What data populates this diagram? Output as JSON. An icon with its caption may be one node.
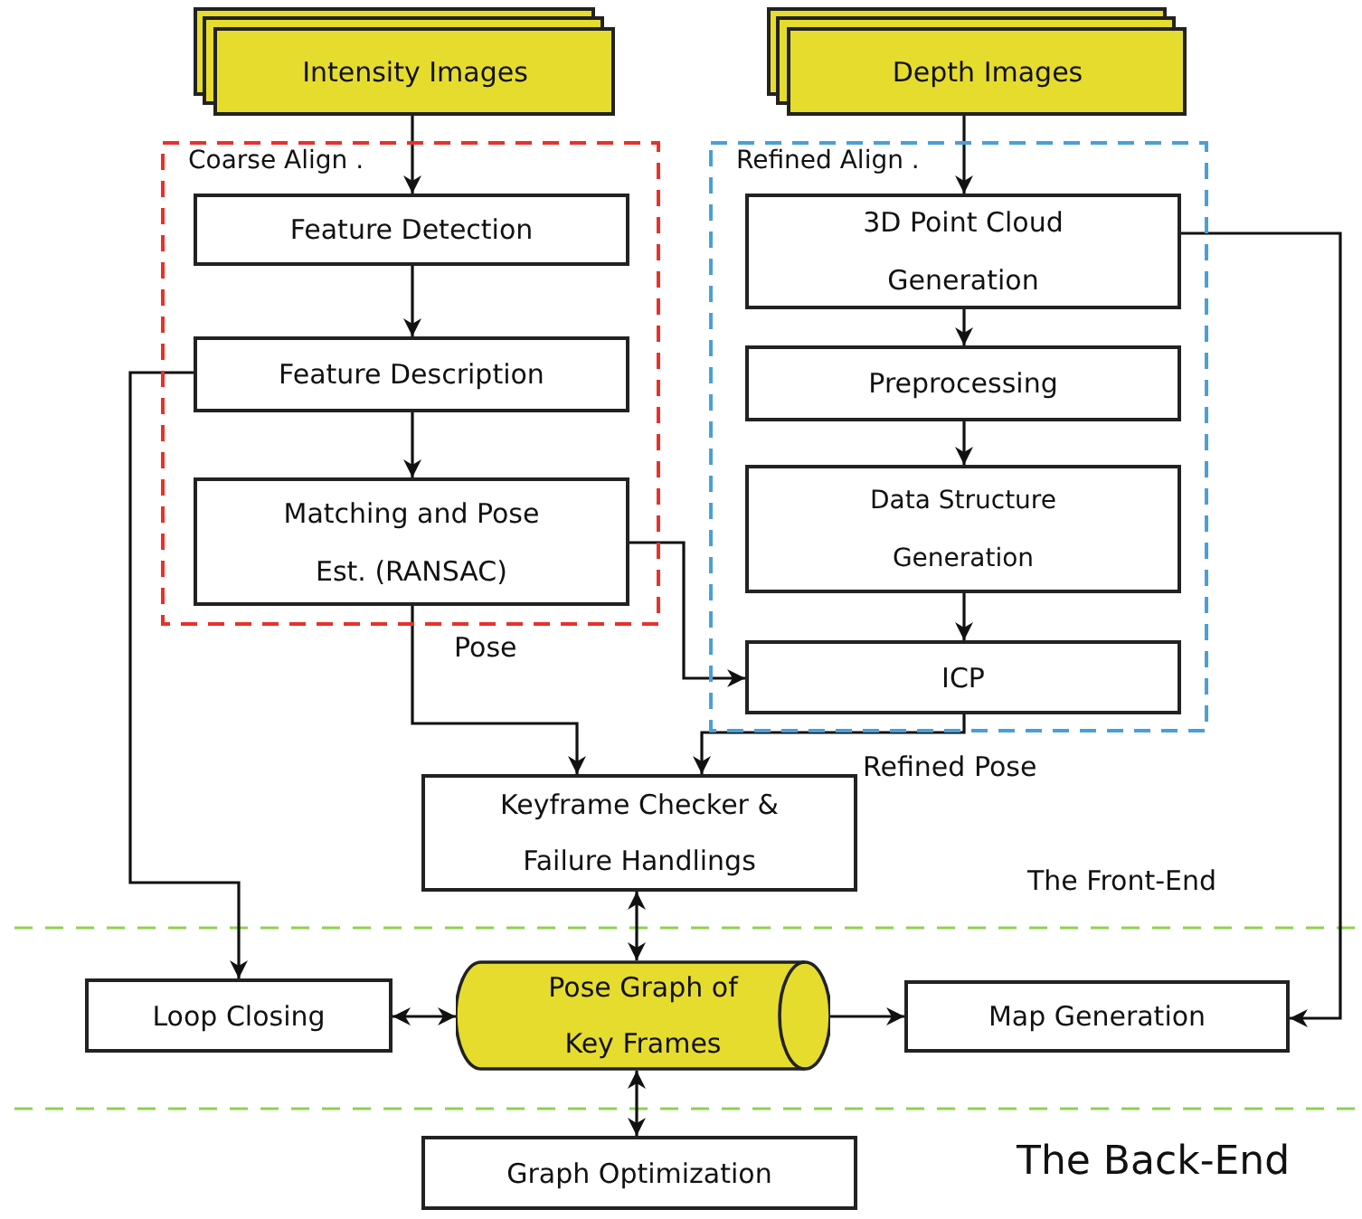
{
  "diagram": {
    "nodes": [
      {
        "text": [
          "Intensity Images"
        ]
      },
      {
        "text": [
          "Coarse Align ."
        ]
      },
      {
        "text": [
          "Feature Detection"
        ],
        "in": 1
      },
      {
        "text": [
          "Feature Description"
        ],
        "in": 1
      },
      {
        "text": [
          "Matching and Pose Est. (RANSAC)"
        ],
        "in": 1
      },
      {
        "text": [
          "Depth Images"
        ]
      },
      {
        "text": [
          "Refined Align ."
        ]
      },
      {
        "text": [
          "3D Point Cloud Generation"
        ],
        "in": 6
      },
      {
        "text": [
          "Preprocessing"
        ],
        "in": 6
      },
      {
        "text": [
          "Data Structure Generation"
        ],
        "in": 6
      },
      {
        "text": [
          "ICP"
        ],
        "in": 6
      },
      {
        "text": [
          "Keyframe Checker & Failure Handlings"
        ]
      },
      {
        "text": [
          "Loop Closing"
        ]
      },
      {
        "text": [
          "Pose Graph of Key Frames"
        ]
      },
      {
        "text": [
          "Map Generation"
        ]
      },
      {
        "text": [
          "Graph Optimization"
        ]
      }
    ],
    "edges": [
      {
        "from": 0,
        "to": 2,
        "arrow": "to"
      },
      {
        "from": 2,
        "to": 3,
        "arrow": "to"
      },
      {
        "from": 3,
        "to": 4,
        "arrow": "to"
      },
      {
        "from": 4,
        "to": 11,
        "arrow": "to",
        "label": "Pose"
      },
      {
        "from": 4,
        "to": 10,
        "arrow": "to"
      },
      {
        "from": 5,
        "to": 7,
        "arrow": "to"
      },
      {
        "from": 7,
        "to": 8,
        "arrow": "to"
      },
      {
        "from": 8,
        "to": 9,
        "arrow": "to"
      },
      {
        "from": 9,
        "to": 10,
        "arrow": "to"
      },
      {
        "from": 10,
        "to": 11,
        "arrow": "to",
        "label": "Refined Pose"
      },
      {
        "from": 3,
        "to": 12,
        "arrow": "to"
      },
      {
        "from": 7,
        "to": 14,
        "arrow": "to"
      },
      {
        "from": 11,
        "to": 13,
        "arrow": "both"
      },
      {
        "from": 12,
        "to": 13,
        "arrow": "both"
      },
      {
        "from": 13,
        "to": 14,
        "arrow": "to"
      },
      {
        "from": 13,
        "to": 15,
        "arrow": "both"
      }
    ],
    "labels": [
      "The Front-End",
      "The Back-End"
    ]
  }
}
